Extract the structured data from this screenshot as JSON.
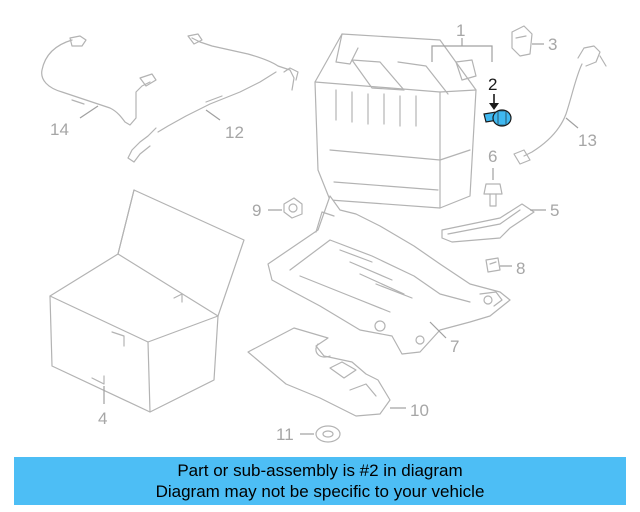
{
  "callouts": {
    "c1": "1",
    "c2": "2",
    "c3": "3",
    "c4": "4",
    "c5": "5",
    "c6": "6",
    "c7": "7",
    "c8": "8",
    "c9": "9",
    "c10": "10",
    "c11": "11",
    "c12": "12",
    "c13": "13",
    "c14": "14"
  },
  "highlighted_part": "2",
  "colors": {
    "highlight": "#3fb8f0",
    "banner": "#4dbef5",
    "line_art": "#b3b3b3"
  },
  "banner": {
    "line1": "Part or sub-assembly is #2 in diagram",
    "line2": "Diagram may not be specific to your vehicle"
  }
}
